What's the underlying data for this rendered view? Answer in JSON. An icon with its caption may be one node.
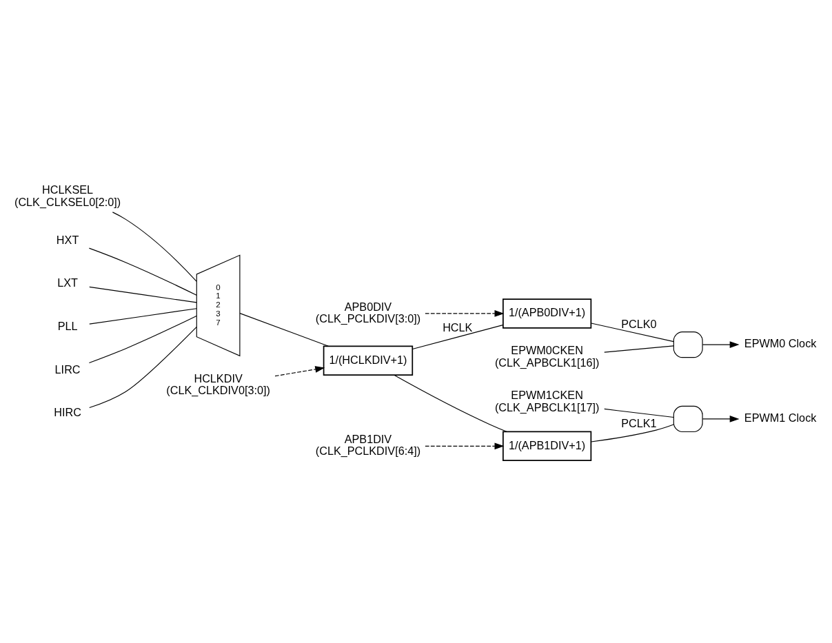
{
  "diagram": {
    "nodes": [
      {
        "text": [
          "HCLKSEL",
          "(CLK_CLKSEL0[2:0])"
        ]
      },
      {
        "text": [
          "HXT"
        ]
      },
      {
        "text": [
          "LXT"
        ]
      },
      {
        "text": [
          "PLL"
        ]
      },
      {
        "text": [
          "LIRC"
        ]
      },
      {
        "text": [
          "HIRC"
        ]
      },
      {
        "text": [
          "0",
          "1",
          "2",
          "3",
          "7"
        ]
      },
      {
        "text": [
          "1/(HCLKDIV+1)"
        ]
      },
      {
        "text": [
          "HCLKDIV",
          "(CLK_CLKDIV0[3:0])"
        ]
      },
      {
        "text": [
          "APB0DIV",
          "(CLK_PCLKDIV[3:0])"
        ]
      },
      {
        "text": [
          "1/(APB0DIV+1)"
        ]
      },
      {
        "text": [],
        "shape": "gate"
      },
      {
        "text": [
          "EPWM0 Clock"
        ]
      },
      {
        "text": [
          "EPWM0CKEN",
          "(CLK_APBCLK1[16])"
        ]
      },
      {
        "text": [
          "APB1DIV",
          "(CLK_PCLKDIV[6:4])"
        ]
      },
      {
        "text": [
          "1/(APB1DIV+1)"
        ]
      },
      {
        "text": [],
        "shape": "gate"
      },
      {
        "text": [
          "EPWM1 Clock"
        ]
      },
      {
        "text": [
          "EPWM1CKEN",
          "(CLK_APBCLK1[17])"
        ]
      }
    ],
    "edges": [
      {
        "from": 0,
        "to": 6,
        "arrow": "none"
      },
      {
        "from": 1,
        "to": 6,
        "arrow": "none"
      },
      {
        "from": 2,
        "to": 6,
        "arrow": "none"
      },
      {
        "from": 3,
        "to": 6,
        "arrow": "none"
      },
      {
        "from": 4,
        "to": 6,
        "arrow": "none"
      },
      {
        "from": 5,
        "to": 6,
        "arrow": "none"
      },
      {
        "from": 6,
        "to": 7,
        "arrow": "none"
      },
      {
        "from": 8,
        "to": 7,
        "arrow": "to",
        "style": "dashed"
      },
      {
        "from": 7,
        "to": 10,
        "arrow": "none",
        "label": "HCLK"
      },
      {
        "from": 7,
        "to": 15,
        "arrow": "none"
      },
      {
        "from": 9,
        "to": 10,
        "arrow": "to",
        "style": "dashed"
      },
      {
        "from": 10,
        "to": 11,
        "arrow": "none",
        "label": "PCLK0"
      },
      {
        "from": 13,
        "to": 11,
        "arrow": "none"
      },
      {
        "from": 11,
        "to": 12,
        "arrow": "to"
      },
      {
        "from": 14,
        "to": 15,
        "arrow": "to",
        "style": "dashed"
      },
      {
        "from": 15,
        "to": 16,
        "arrow": "none",
        "label": "PCLK1"
      },
      {
        "from": 18,
        "to": 16,
        "arrow": "none"
      },
      {
        "from": 16,
        "to": 17,
        "arrow": "to"
      }
    ]
  }
}
